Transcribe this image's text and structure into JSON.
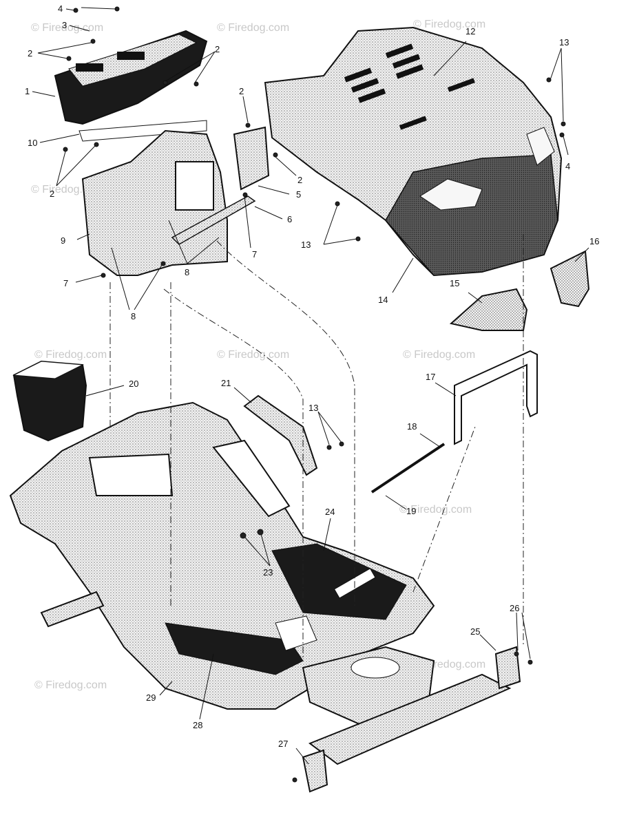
{
  "watermark": "© Firedog.com",
  "part_labels": {
    "p1": "1",
    "p2a": "2",
    "p2b": "2",
    "p2c": "2",
    "p2d": "2",
    "p2e": "2",
    "p3": "3",
    "p4a": "4",
    "p4b": "4",
    "p5": "5",
    "p6": "6",
    "p7a": "7",
    "p7b": "7",
    "p8a": "8",
    "p8b": "8",
    "p9": "9",
    "p10": "10",
    "p12": "12",
    "p13a": "13",
    "p13b": "13",
    "p13c": "13",
    "p14": "14",
    "p15": "15",
    "p16": "16",
    "p17": "17",
    "p18": "18",
    "p19": "19",
    "p20": "20",
    "p21": "21",
    "p23": "23",
    "p24": "24",
    "p25": "25",
    "p26": "26",
    "p27": "27",
    "p28": "28",
    "p29": "29"
  },
  "colors": {
    "line": "#111111",
    "stipple": "#9a9a9a",
    "dark_fill": "#1a1a1a",
    "watermark": "#c8c8c8"
  }
}
